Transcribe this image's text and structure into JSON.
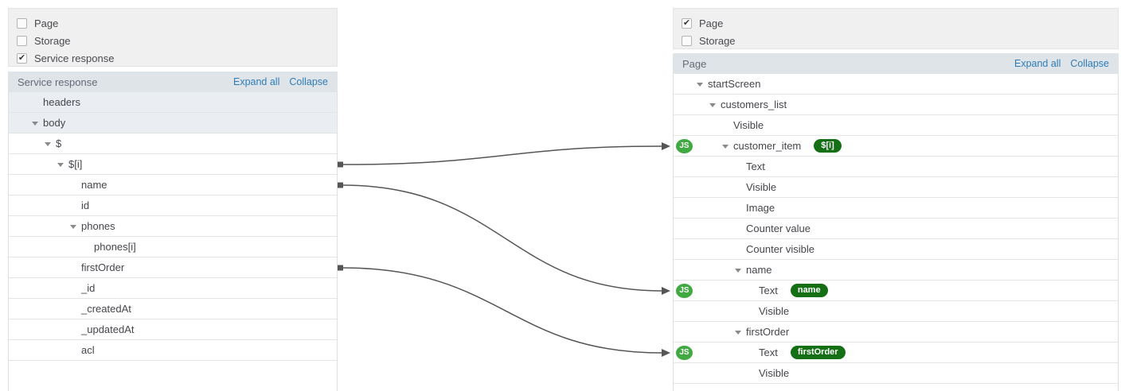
{
  "colors": {
    "js_badge_green": "#41a941",
    "pill_green": "#156f15",
    "link_blue": "#2e7cb8",
    "header_bar_bg": "#dfe4e9",
    "shaded_row_bg": "#eaedf1",
    "connector_gray": "#555555"
  },
  "badges": {
    "js_label": "JS"
  },
  "left_panel": {
    "sources": [
      {
        "label": "Page",
        "checked": false
      },
      {
        "label": "Storage",
        "checked": false
      },
      {
        "label": "Service response",
        "checked": true
      }
    ],
    "header": {
      "title": "Service response",
      "expand_all": "Expand all",
      "collapse": "Collapse"
    },
    "tree": [
      {
        "label": "headers",
        "level": 1,
        "arrow": false,
        "shaded": true
      },
      {
        "label": "body",
        "level": 1,
        "arrow": true,
        "shaded": true
      },
      {
        "label": "$",
        "level": 2,
        "arrow": true
      },
      {
        "label": "$[i]",
        "level": 3,
        "arrow": true
      },
      {
        "label": "name",
        "level": 4,
        "arrow": false
      },
      {
        "label": "id",
        "level": 4,
        "arrow": false
      },
      {
        "label": "phones",
        "level": 4,
        "arrow": true
      },
      {
        "label": "phones[i]",
        "level": 5,
        "arrow": false
      },
      {
        "label": "firstOrder",
        "level": 4,
        "arrow": false
      },
      {
        "label": "_id",
        "level": 4,
        "arrow": false
      },
      {
        "label": "_createdAt",
        "level": 4,
        "arrow": false
      },
      {
        "label": "_updatedAt",
        "level": 4,
        "arrow": false
      },
      {
        "label": "acl",
        "level": 4,
        "arrow": false
      }
    ]
  },
  "right_panel": {
    "sources": [
      {
        "label": "Page",
        "checked": true
      },
      {
        "label": "Storage",
        "checked": false
      }
    ],
    "header": {
      "title": "Page",
      "expand_all": "Expand all",
      "collapse": "Collapse"
    },
    "tree": [
      {
        "label": "startScreen",
        "level": 1,
        "arrow": true
      },
      {
        "label": "customers_list",
        "level": 2,
        "arrow": true
      },
      {
        "label": "Visible",
        "level": 3,
        "arrow": false
      },
      {
        "label": "customer_item",
        "level": 3,
        "arrow": true,
        "js": true,
        "pill": "$[i]"
      },
      {
        "label": "Text",
        "level": 4,
        "arrow": false
      },
      {
        "label": "Visible",
        "level": 4,
        "arrow": false
      },
      {
        "label": "Image",
        "level": 4,
        "arrow": false
      },
      {
        "label": "Counter value",
        "level": 4,
        "arrow": false
      },
      {
        "label": "Counter visible",
        "level": 4,
        "arrow": false
      },
      {
        "label": "name",
        "level": 4,
        "arrow": true
      },
      {
        "label": "Text",
        "level": 5,
        "arrow": false,
        "js": true,
        "pill": "name"
      },
      {
        "label": "Visible",
        "level": 5,
        "arrow": false
      },
      {
        "label": "firstOrder",
        "level": 4,
        "arrow": true
      },
      {
        "label": "Text",
        "level": 5,
        "arrow": false,
        "js": true,
        "pill": "firstOrder"
      },
      {
        "label": "Visible",
        "level": 5,
        "arrow": false
      }
    ]
  },
  "connections": [
    {
      "from": "$[i]",
      "to": "customer_item",
      "from_row": 3,
      "to_row": 3
    },
    {
      "from": "name",
      "to": "Text (name)",
      "from_row": 4,
      "to_row": 10
    },
    {
      "from": "firstOrder",
      "to": "Text (firstOrder)",
      "from_row": 8,
      "to_row": 13
    }
  ]
}
